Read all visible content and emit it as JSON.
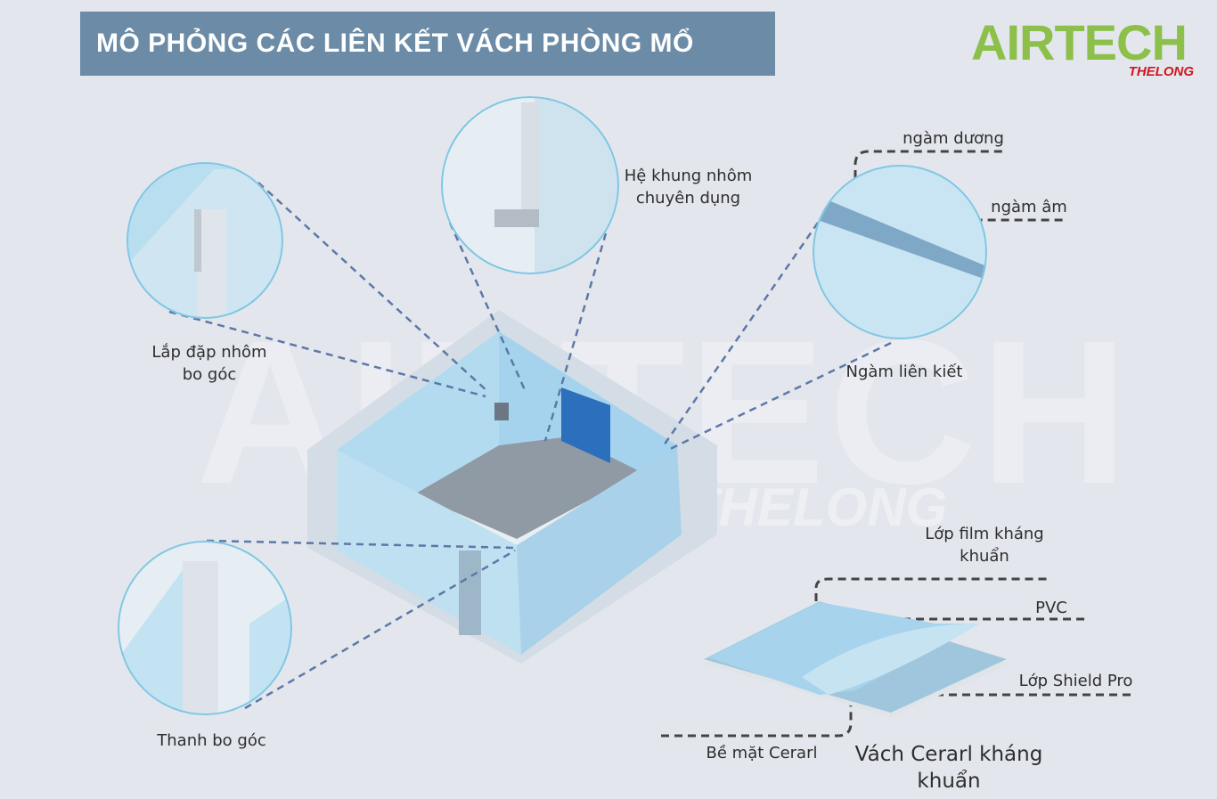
{
  "title": "MÔ PHỎNG CÁC LIÊN KẾT VÁCH PHÒNG MỔ",
  "logo": {
    "main": "AIRTECH",
    "sub": "THELONG"
  },
  "watermark": {
    "main": "AIRTECH",
    "sub": "THELONG"
  },
  "callouts": {
    "corner_install": "Lắp đặp nhôm\nbo góc",
    "aluminum_frame": "Hệ khung nhôm\nchuyên dụng",
    "tongue": "ngàm dương",
    "groove": "ngàm âm",
    "joint": "Ngàm liên kiết",
    "corner_bar": "Thanh bo góc"
  },
  "layers": {
    "film": "Lớp film kháng\nkhuẩn",
    "pvc": "PVC",
    "shield": "Lớp Shield Pro",
    "surface": "Bề mặt Cerarl",
    "caption": "Vách Cerarl kháng\nkhuẩn"
  },
  "colors": {
    "title_bg": "#6b8ba6",
    "logo_green": "#8cc04a",
    "logo_red": "#d0161e",
    "panel_blue": "#a9d2ea"
  }
}
